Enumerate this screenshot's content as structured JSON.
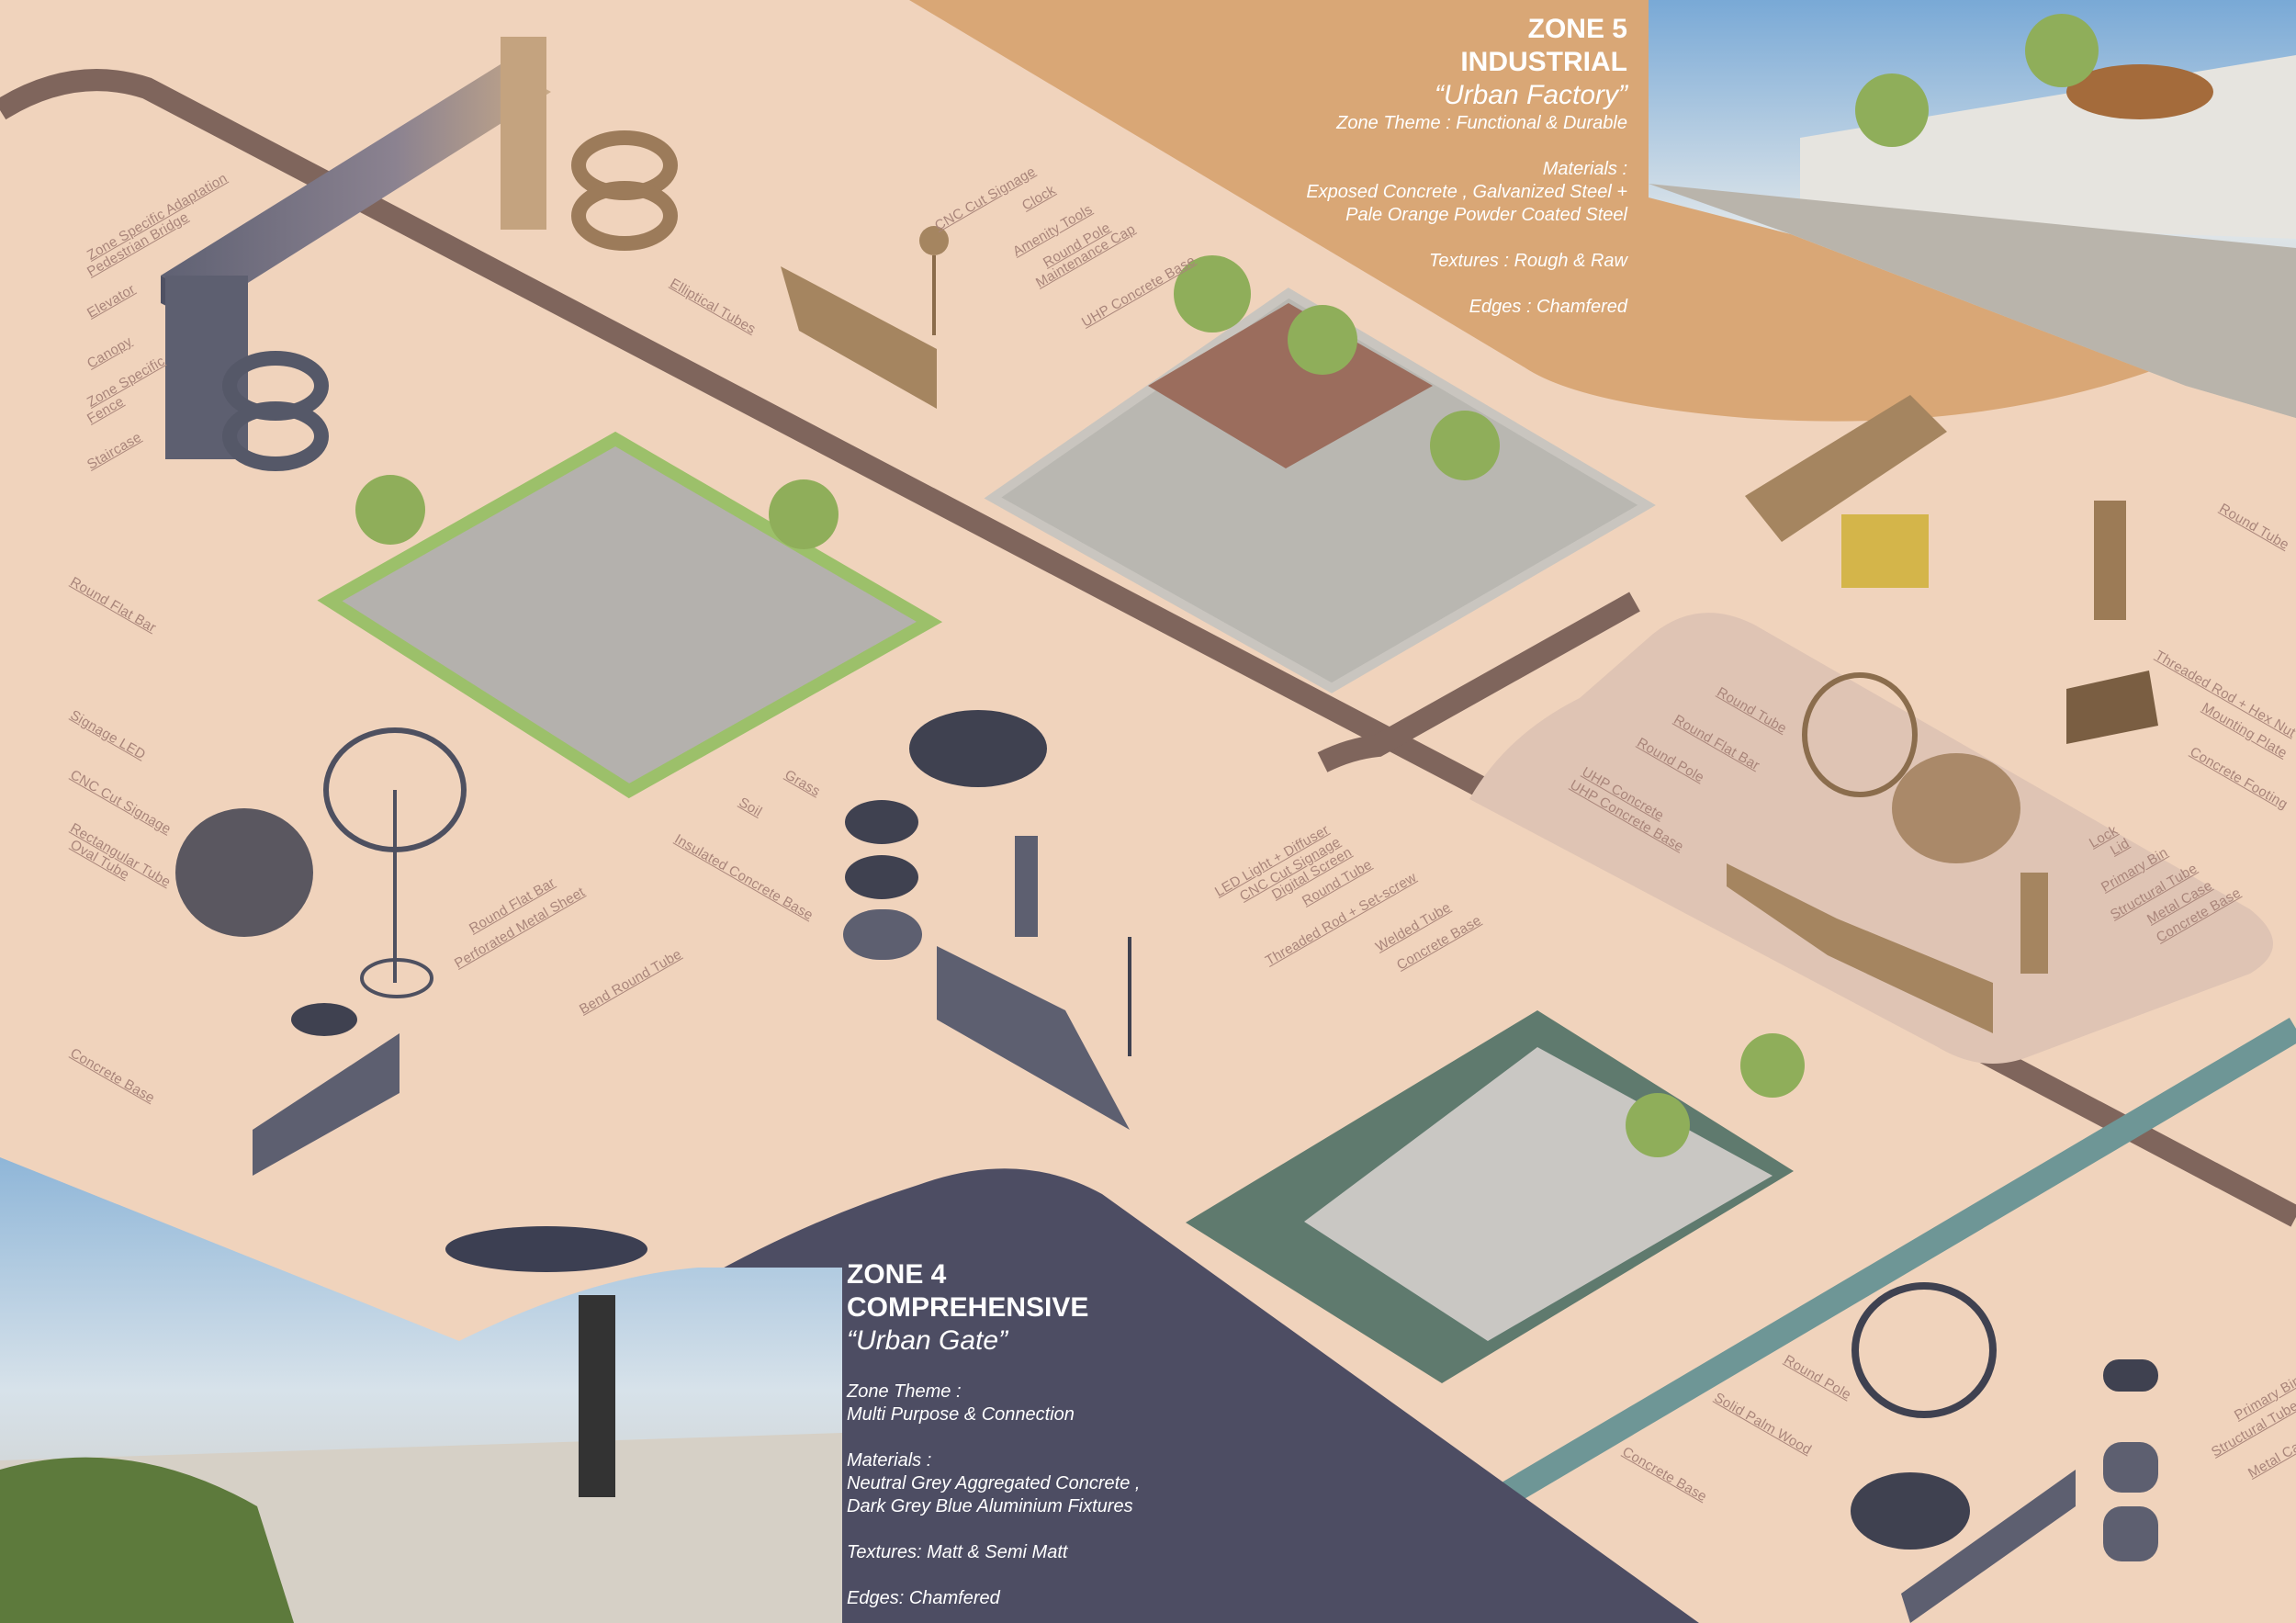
{
  "colors": {
    "background": "#f0d3bc",
    "zone5": "#d9a776",
    "zone4": "#4d4d63",
    "road_brown": "#7f655c",
    "road_teal": "#6e9696",
    "platform": "#dfc4b4"
  },
  "zone5": {
    "title": "ZONE 5",
    "subtitle": "INDUSTRIAL",
    "quote": "“Urban Factory”",
    "theme": "Zone Theme : Functional & Durable",
    "materials_label": "Materials :",
    "materials_1": "Exposed Concrete , Galvanized Steel +",
    "materials_2": "Pale Orange Powder Coated Steel",
    "textures": "Textures : Rough & Raw",
    "edges": "Edges : Chamfered"
  },
  "zone4": {
    "title": "ZONE 4",
    "subtitle": "COMPREHENSIVE",
    "quote": "“Urban Gate”",
    "theme_label": "Zone Theme :",
    "theme": "Multi Purpose & Connection",
    "materials_label": "Materials :",
    "materials_1": "Neutral Grey Aggregated Concrete ,",
    "materials_2": "Dark Grey Blue Aluminium Fixtures",
    "textures": "Textures: Matt & Semi Matt",
    "edges": "Edges: Chamfered"
  },
  "labels": {
    "bridge": [
      "Zone Specific Adaptation",
      "Pedestrian Bridge",
      "Elevator",
      "Canopy",
      "Zone Specific",
      "Fence",
      "Staircase"
    ],
    "signage_top": [
      "Elliptical Tubes",
      "CNC Cut Signage",
      "Clock",
      "Amenity Tools",
      "Round Pole",
      "Maintenance Cap",
      "UHP Concrete Base"
    ],
    "shade_left": [
      "Round Flat Bar",
      "Signage LED",
      "CNC Cut Signage",
      "Rectangular Tube",
      "Oval Tube",
      "Concrete Base",
      "Round Flat Bar",
      "Perforated Metal Sheet",
      "Bend Round Tube"
    ],
    "planter_mid": [
      "Grass",
      "Soil",
      "Insulated Concrete Base",
      "LED Light + Diffuser",
      "CNC Cut Signage",
      "Digital Screen",
      "Round Tube",
      "Threaded Rod + Set-screw",
      "Welded Tube",
      "Concrete Base"
    ],
    "zone5_kit": [
      "Round Tube",
      "Round Flat Bar",
      "Round Pole",
      "UHP Concrete",
      "UHP Concrete Base",
      "Lock",
      "Lid",
      "Primary Bin",
      "Structural Tube",
      "Metal Case",
      "Concrete Base"
    ],
    "bollard": [
      "Round Tube",
      "Threaded Rod + Hex Nut",
      "Mounting Plate",
      "Concrete Footing"
    ],
    "zone4_kit": [
      "Round Pole",
      "Solid Palm Wood",
      "Concrete Base",
      "Primary Bin",
      "Structural Tubes",
      "Metal Case"
    ]
  }
}
